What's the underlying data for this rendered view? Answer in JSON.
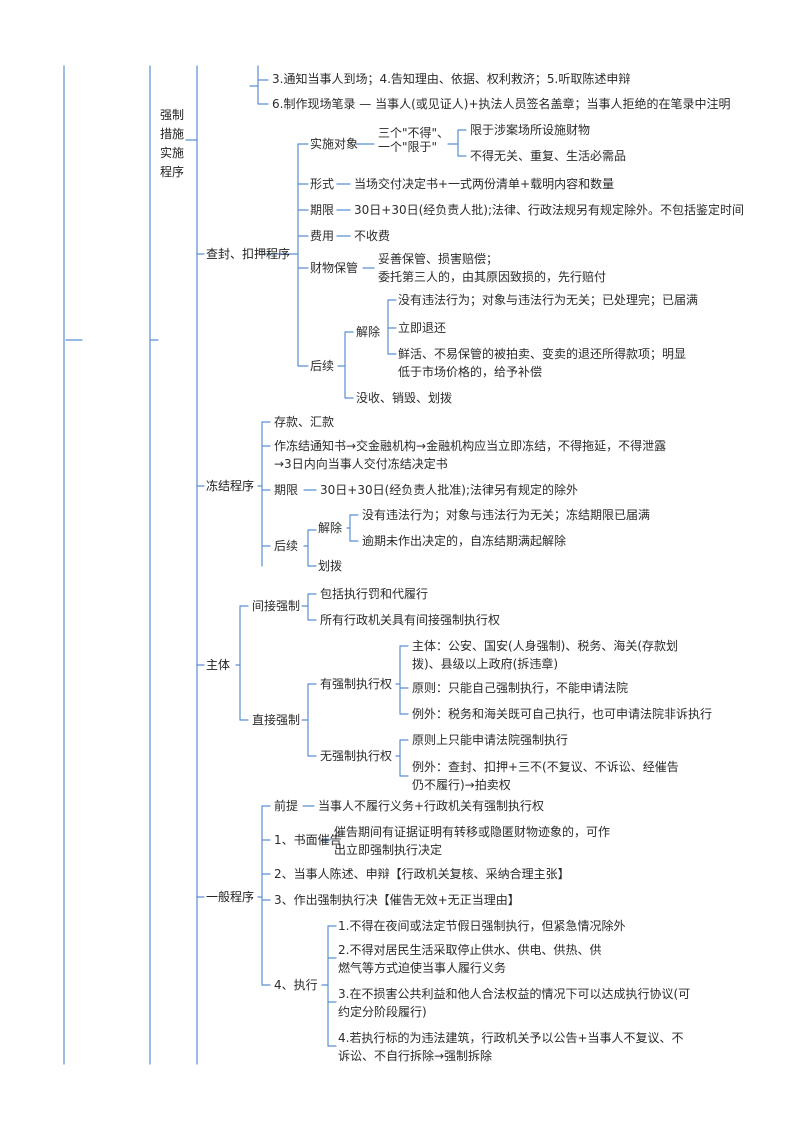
{
  "nodes": {
    "n_qzcs": "强制措施实施程序",
    "n_l1": "3.通知当事人到场；4.告知理由、依据、权利救济；5.听取陈述申辩",
    "n_l2": "6.制作现场笔录 — 当事人(或见证人)+执法人员签名盖章；当事人拒绝的在笔录中注明",
    "n_cfkk": "查封、扣押程序",
    "n_ssdx": "实施对象",
    "n_sgbd": "三个\"不得\"、\n一个\"限于\"",
    "n_xy": "限于涉案场所设施财物",
    "n_bd": "不得无关、重复、生活必需品",
    "n_xs": "形式",
    "n_xs_v": "当场交付决定书+一式两份清单+载明内容和数量",
    "n_qx": "期限",
    "n_qx_v": "30日+30日(经负责人批);法律、行政法规另有规定除外。不包括鉴定时间",
    "n_fy": "费用",
    "n_fy_v": "不收费",
    "n_cwbg": "财物保管",
    "n_cwbg_v": "妥善保管、损害赔偿；\n委托第三人的，由其原因致损的，先行赔付",
    "n_hx": "后续",
    "n_jc": "解除",
    "n_jc1": "没有违法行为；对象与违法行为无关；已处理完；已届满",
    "n_jc2": "立即退还",
    "n_jc3": "鲜活、不易保管的被拍卖、变卖的退还所得款项；明显低于市场价格的，给予补偿",
    "n_ms": "没收、销毁、划拨",
    "n_djcx": "冻结程序",
    "n_ck": "存款、汇款",
    "n_zdj": "作冻结通知书→交金融机构→金融机构应当立即冻结，不得拖延，不得泄露\n→3日内向当事人交付冻结决定书",
    "n_dqx": "期限",
    "n_dqx_v": "30日+30日(经负责人批准);法律另有规定的除外",
    "n_dhx": "后续",
    "n_djc": "解除",
    "n_djc1": "没有违法行为；对象与违法行为无关；冻结期限已届满",
    "n_djc2": "逾期未作出决定的，自冻结期满起解除",
    "n_hb": "划拨",
    "n_zt": "主体",
    "n_jjqz": "间接强制",
    "n_jj1": "包括执行罚和代履行",
    "n_jj2": "所有行政机关具有间接强制执行权",
    "n_zjqz": "直接强制",
    "n_yqz": "有强制执行权",
    "n_y1": "主体：公安、国安(人身强制)、税务、海关(存款划拨)、县级以上政府(拆违章)",
    "n_y2": "原则：只能自己强制执行，不能申请法院",
    "n_y3": "例外：税务和海关既可自己执行，也可申请法院非诉执行",
    "n_wqz": "无强制执行权",
    "n_w1": "原则上只能申请法院强制执行",
    "n_w2": "例外：查封、扣押+三不(不复议、不诉讼、经催告仍不履行)→拍卖权",
    "n_ybcx": "一般程序",
    "n_qt": "前提",
    "n_qt_v": "当事人不履行义务+行政机关有强制执行权",
    "n_smcg": "1、书面催告",
    "n_smcg_v": "催告期间有证据证明有转移或隐匿财物迹象的，可作出立即强制执行决定",
    "n_csr": "2、当事人陈述、申辩【行政机关复核、采纳合理主张】",
    "n_zc": "3、作出强制执行决【催告无效+无正当理由】",
    "n_zx": "4、执行",
    "n_zx1": "1.不得在夜间或法定节假日强制执行，但紧急情况除外",
    "n_zx2": "2.不得对居民生活采取停止供水、供电、供热、供燃气等方式迫使当事人履行义务",
    "n_zx3": "3.在不损害公共利益和他人合法权益的情况下可以达成执行协议(可约定分阶段履行)",
    "n_zx4": "4.若执行标的为违法建筑，行政机关予以公告+当事人不复议、不诉讼、不自行拆除→强制拆除"
  },
  "colors": {
    "line": "#5b8fd4",
    "text": "#2b2b2b"
  }
}
